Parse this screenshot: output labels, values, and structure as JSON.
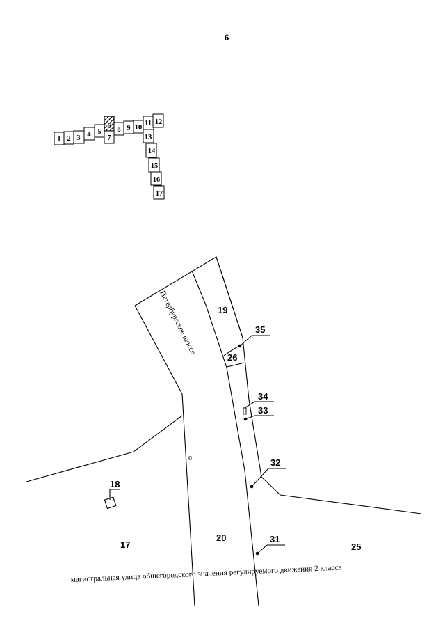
{
  "page": {
    "number": "6"
  },
  "key_map": {
    "sheets": [
      {
        "label": "1"
      },
      {
        "label": "2"
      },
      {
        "label": "3"
      },
      {
        "label": "4"
      },
      {
        "label": "5"
      },
      {
        "label": "6",
        "current": true
      },
      {
        "label": "7"
      },
      {
        "label": "8"
      },
      {
        "label": "9"
      },
      {
        "label": "10"
      },
      {
        "label": "11"
      },
      {
        "label": "12"
      },
      {
        "label": "13"
      },
      {
        "label": "14"
      },
      {
        "label": "15"
      },
      {
        "label": "16"
      },
      {
        "label": "17"
      }
    ]
  },
  "map": {
    "street_name": "Петербургское шоссе",
    "zones": {
      "z19": "19",
      "z26": "26",
      "z20": "20",
      "z17": "17",
      "z25": "25",
      "z18": "18"
    },
    "points": {
      "p35": "35",
      "p34": "34",
      "p33": "33",
      "p32": "32",
      "p31": "31"
    },
    "caption": "магистральная улица общегородского значения регулируемого движения 2 класса"
  }
}
